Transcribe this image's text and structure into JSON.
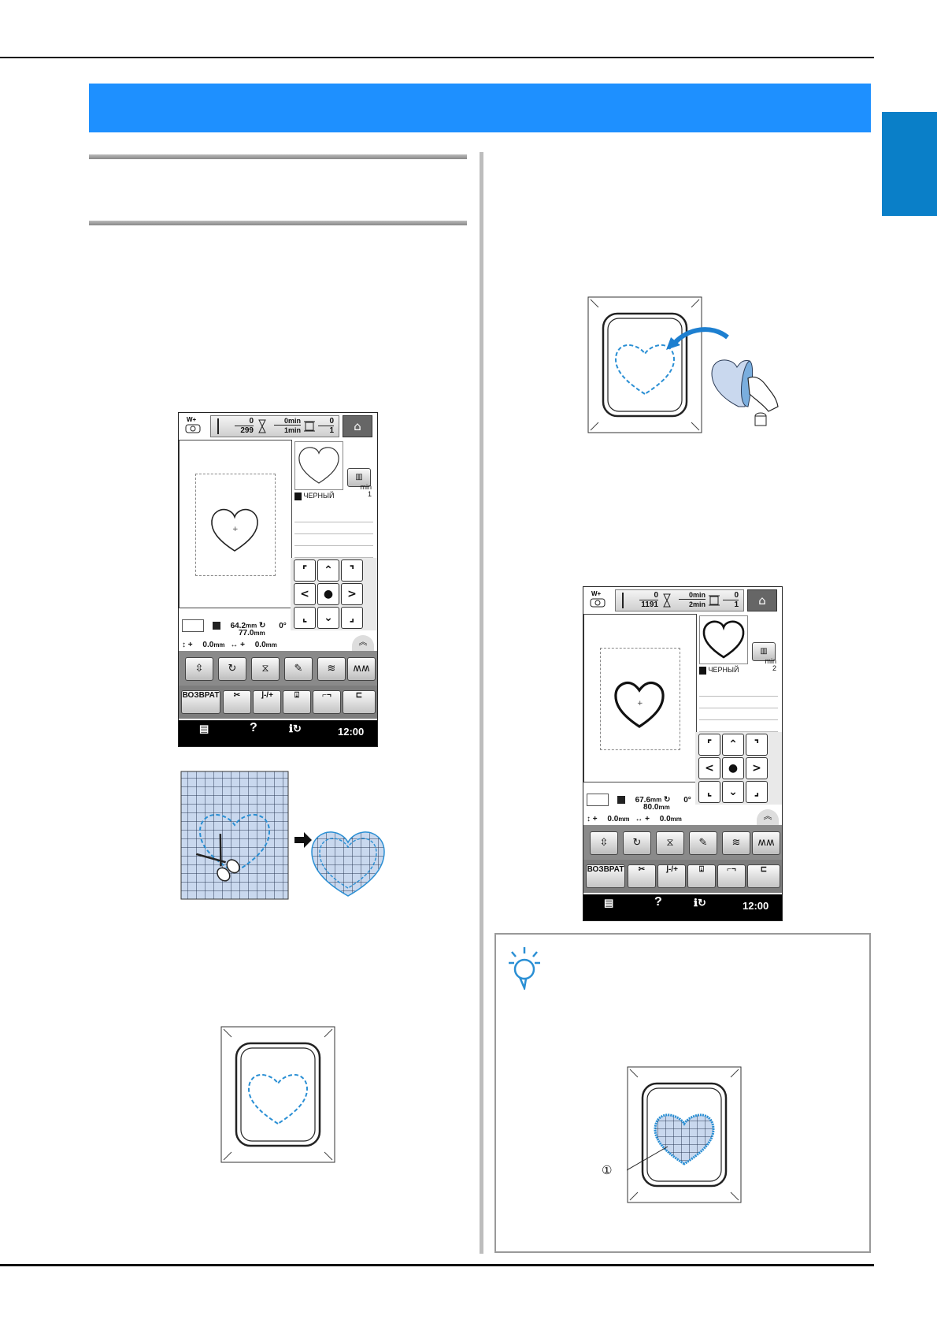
{
  "colors": {
    "banner": "#1e90ff",
    "side_tab": "#0a7fc8",
    "stitch_blue": "#2a8fd4",
    "fabric_blue": "#c9d8ee"
  },
  "screen1": {
    "stitch_count_top": "0",
    "stitch_count_total": "299",
    "time_top": "0min",
    "time_total": "1min",
    "color_top": "0",
    "color_total": "1",
    "thread_name": "ЧЕРНЫЙ",
    "thread_min_label": "min",
    "thread_min_value": "1",
    "width": "64.2",
    "height": "77.0",
    "unit": "mm",
    "angle": "0°",
    "offset_v": "0.0",
    "offset_h": "0.0",
    "return_label": "ВОЗВРАТ",
    "help_label": "?",
    "clock": "12:00"
  },
  "screen2": {
    "stitch_count_top": "0",
    "stitch_count_total": "1191",
    "time_top": "0min",
    "time_total": "2min",
    "color_top": "0",
    "color_total": "1",
    "thread_name": "ЧЕРНЫЙ",
    "thread_min_label": "min",
    "thread_min_value": "2",
    "width": "67.6",
    "height": "80.0",
    "unit": "mm",
    "angle": "0°",
    "offset_v": "0.0",
    "offset_h": "0.0",
    "return_label": "ВОЗВРАТ",
    "help_label": "?",
    "clock": "12:00"
  },
  "note": {
    "callout": "①"
  }
}
